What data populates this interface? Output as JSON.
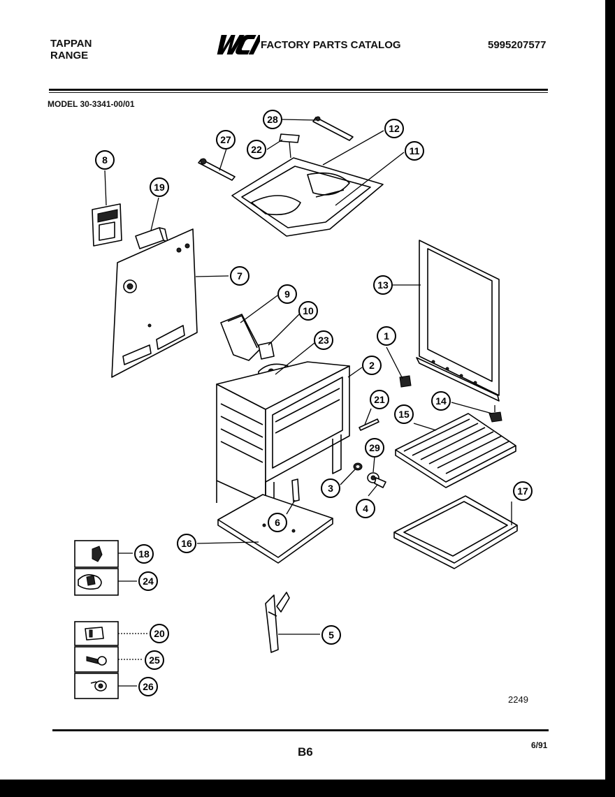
{
  "header": {
    "brand": "TAPPAN",
    "product": "RANGE",
    "logo": "WCI",
    "catalog_title": "FACTORY PARTS CATALOG",
    "catalog_number": "5995207577"
  },
  "model": "MODEL 30-3341-00/01",
  "callouts": [
    "1",
    "2",
    "3",
    "4",
    "5",
    "6",
    "7",
    "8",
    "9",
    "10",
    "11",
    "12",
    "13",
    "14",
    "15",
    "16",
    "17",
    "18",
    "19",
    "20",
    "21",
    "22",
    "23",
    "24",
    "25",
    "26",
    "27",
    "28",
    "29"
  ],
  "footer": {
    "drawing_number": "2249",
    "page_number": "B6",
    "date": "6/91"
  }
}
